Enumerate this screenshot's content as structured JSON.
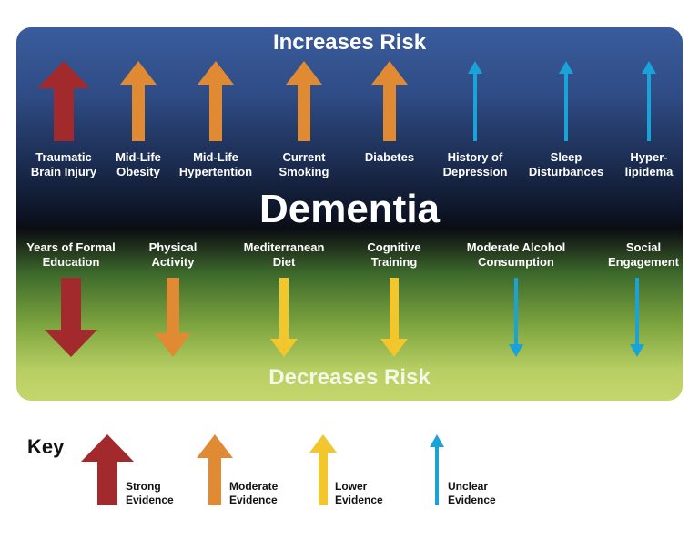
{
  "increases_title": "Increases Risk",
  "center_title": "Dementia",
  "decreases_title": "Decreases Risk",
  "increase_factors": [
    {
      "label": "Traumatic\nBrain Injury",
      "evidence": "strong"
    },
    {
      "label": "Mid-Life\nObesity",
      "evidence": "moderate"
    },
    {
      "label": "Mid-Life\nHypertention",
      "evidence": "moderate"
    },
    {
      "label": "Current\nSmoking",
      "evidence": "moderate"
    },
    {
      "label": "Diabetes",
      "evidence": "moderate"
    },
    {
      "label": "History of\nDepression",
      "evidence": "unclear"
    },
    {
      "label": "Sleep\nDisturbances",
      "evidence": "unclear"
    },
    {
      "label": "Hyper-\nlipidema",
      "evidence": "unclear"
    }
  ],
  "decrease_factors": [
    {
      "label": "Years of Formal\nEducation",
      "evidence": "strong"
    },
    {
      "label": "Physical\nActivity",
      "evidence": "moderate"
    },
    {
      "label": "Mediterranean\nDiet",
      "evidence": "lower"
    },
    {
      "label": "Cognitive\nTraining",
      "evidence": "lower"
    },
    {
      "label": "Moderate Alcohol\nConsumption",
      "evidence": "unclear"
    },
    {
      "label": "Social\nEngagement",
      "evidence": "unclear"
    }
  ],
  "key": {
    "title": "Key",
    "items": [
      {
        "label": "Strong\nEvidence",
        "evidence": "strong"
      },
      {
        "label": "Moderate\nEvidence",
        "evidence": "moderate"
      },
      {
        "label": "Lower\nEvidence",
        "evidence": "lower"
      },
      {
        "label": "Unclear\nEvidence",
        "evidence": "unclear"
      }
    ]
  },
  "colors": {
    "strong": "#a32a2c",
    "moderate": "#e08a34",
    "lower": "#f2c72e",
    "unclear": "#1aa3d8"
  }
}
